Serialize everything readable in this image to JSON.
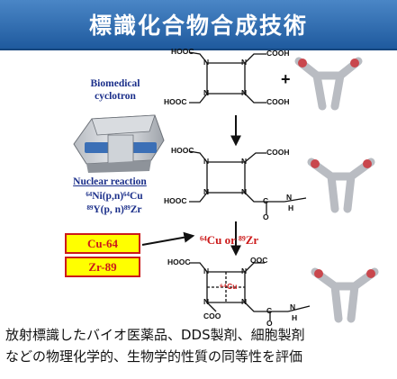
{
  "title": "標識化合物合成技術",
  "cyclotron": {
    "label_line1": "Biomedical",
    "label_line2": "cyclotron"
  },
  "nuclear": {
    "heading": "Nuclear reaction",
    "reaction_1": "⁶⁴Ni(p,n)⁶⁴Cu",
    "reaction_2": "⁸⁹Y(p, n)⁸⁹Zr"
  },
  "isotopes": [
    "Cu-64",
    "Zr-89"
  ],
  "metal_label": "⁶⁴Cu or ⁸⁹Zr",
  "chelator": {
    "group": "HOOC",
    "group_right": "COOH",
    "plus": "+",
    "ring_atom": "N",
    "linker_c": "C",
    "linker_o": "O",
    "linker_n": "N",
    "linker_h": "H",
    "complex_ooc": "OOC",
    "complex_coo": "COO",
    "complex_metal": "⁶⁴Cu"
  },
  "caption": {
    "line1": "放射標識したバイオ医薬品、DDS製剤、細胞製剤",
    "line2": "などの物理化学的、生物学的性質の同等性を評価"
  },
  "colors": {
    "title_bar": "#2f6db3",
    "accent_red": "#cc1a1a",
    "label_blue": "#1b2f8a",
    "tag_fill": "#ffff00"
  }
}
